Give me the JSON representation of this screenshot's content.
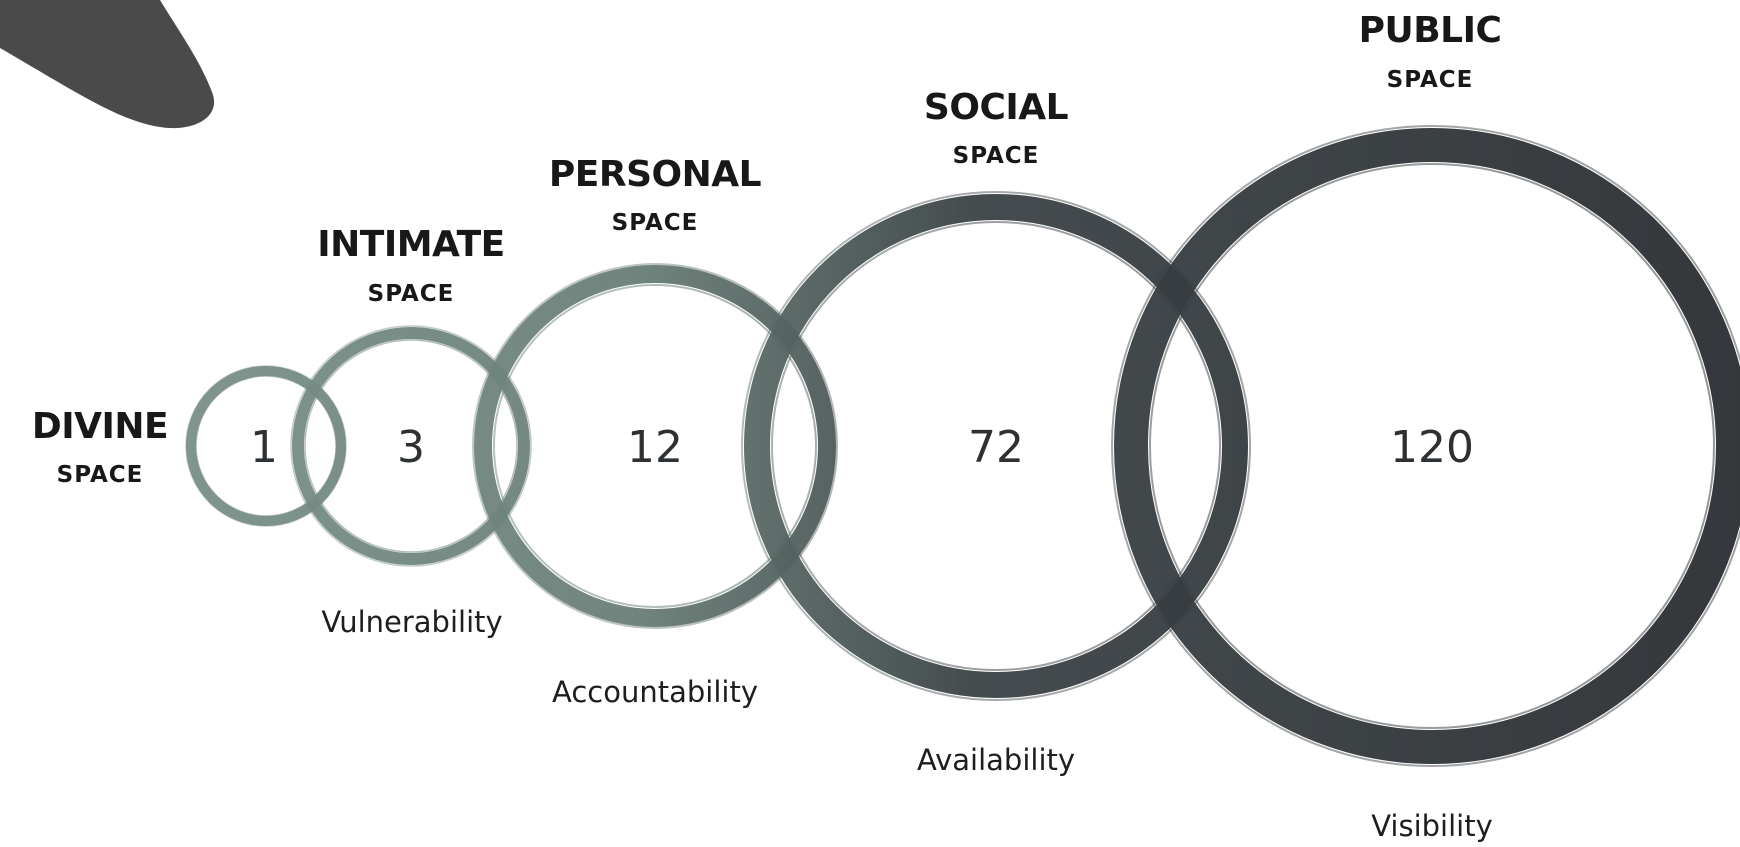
{
  "colors": {
    "ring_light": "#7a9188",
    "ring_dark": "#2a2d31",
    "brush_mark": "#4a4a4a",
    "text": "#161819"
  },
  "spaces": [
    {
      "title": "DIVINE",
      "subtitle": "SPACE",
      "number": "1",
      "quality": ""
    },
    {
      "title": "INTIMATE",
      "subtitle": "SPACE",
      "number": "3",
      "quality": "Vulnerability"
    },
    {
      "title": "PERSONAL",
      "subtitle": "SPACE",
      "number": "12",
      "quality": "Accountability"
    },
    {
      "title": "SOCIAL",
      "subtitle": "SPACE",
      "number": "72",
      "quality": "Availability"
    },
    {
      "title": "PUBLIC",
      "subtitle": "SPACE",
      "number": "120",
      "quality": "Visibility"
    }
  ]
}
